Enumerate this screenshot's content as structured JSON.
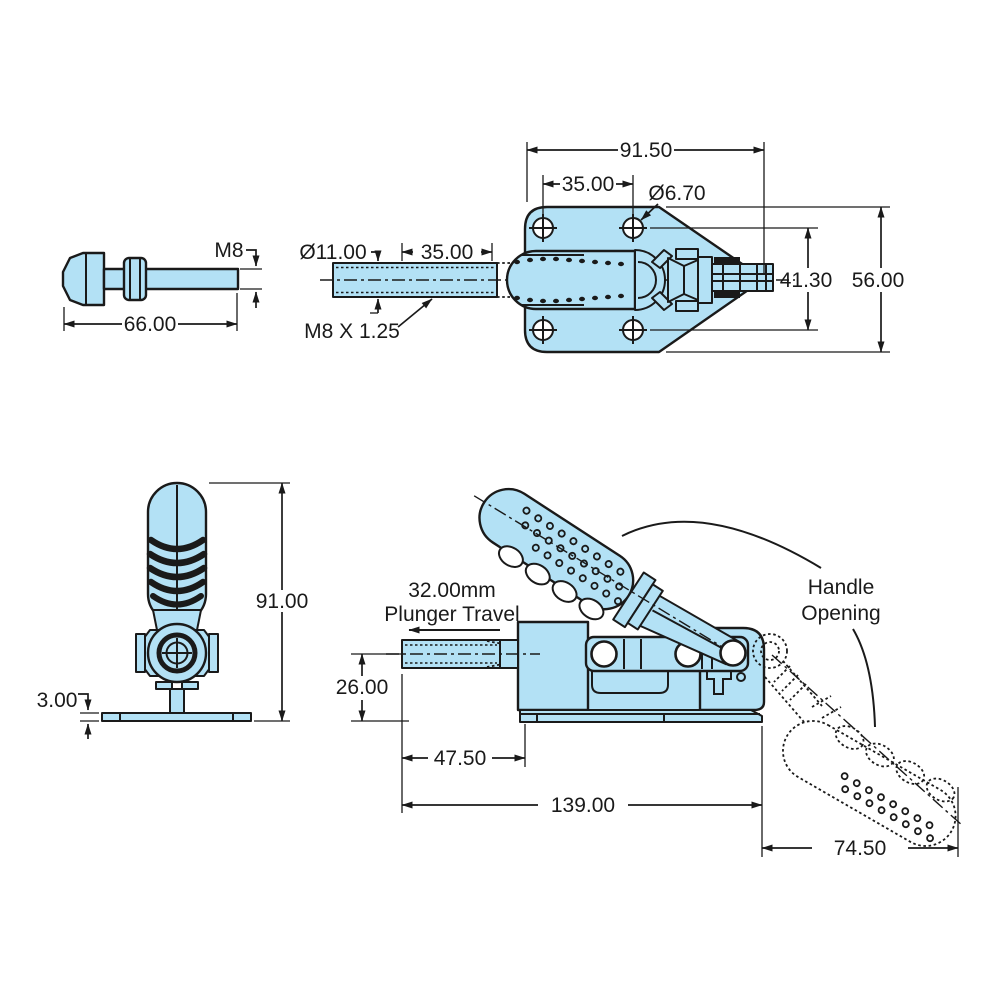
{
  "drawing": {
    "colors": {
      "part_fill": "#b3e1f5",
      "line": "#1a1a1a",
      "background": "#ffffff"
    },
    "views": {
      "spindle": {
        "labels": {
          "length": "66.00",
          "thread": "M8"
        }
      },
      "top": {
        "labels": {
          "overall": "91.50",
          "hole_spacing": "35.00",
          "hole_dia": "Ø6.70",
          "row_spacing": "41.30",
          "width": "56.00",
          "rod_dia": "Ø11.00",
          "rod_length": "35.00",
          "rod_thread": "M8 X 1.25"
        }
      },
      "front": {
        "labels": {
          "height": "91.00",
          "base_thickness": "3.00"
        }
      },
      "side": {
        "labels": {
          "travel_line1": "32.00mm",
          "travel_line2": "Plunger Travel",
          "center_height": "26.00",
          "front_offset": "47.50",
          "overall_length": "139.00",
          "handle_reach": "74.50",
          "opening_line1": "Handle",
          "opening_line2": "Opening"
        }
      }
    }
  }
}
